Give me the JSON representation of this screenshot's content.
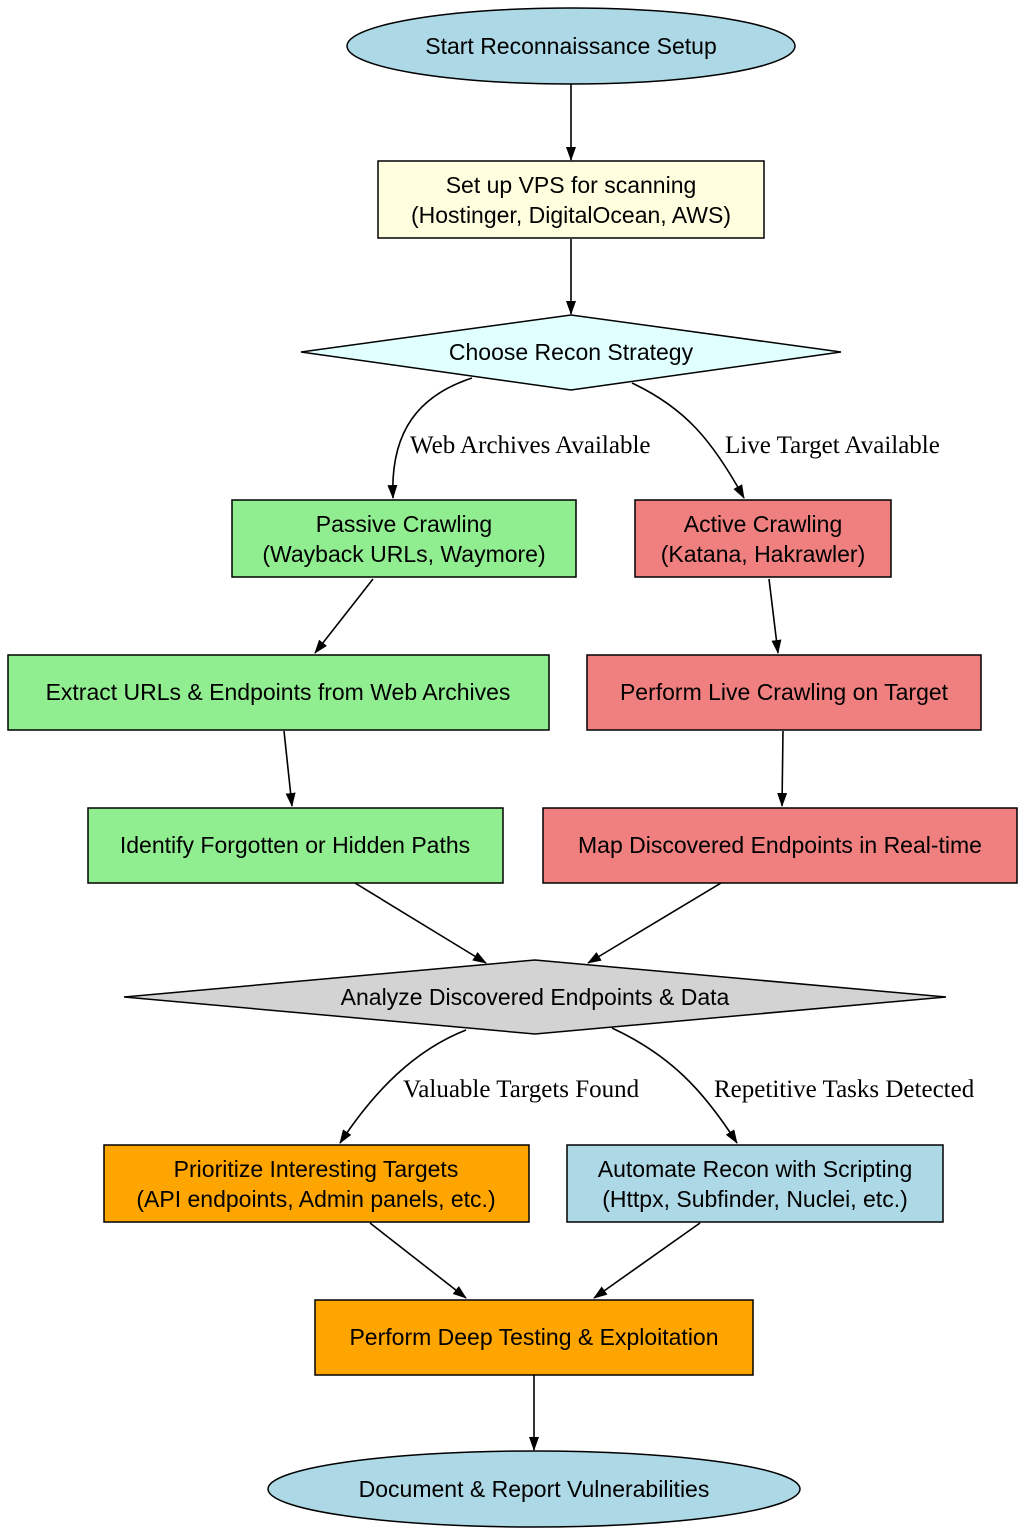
{
  "colors": {
    "terminal": "#add8e6",
    "setup": "#ffffe0",
    "decision_strategy": "#e0ffff",
    "passive": "#90ee90",
    "active": "#f08080",
    "decision_analyze": "#d3d3d3",
    "priority": "#ffa500",
    "automation": "#add8e6"
  },
  "nodes": {
    "start": {
      "text": "Start Reconnaissance Setup"
    },
    "vps": {
      "line1": "Set up VPS for scanning",
      "line2": "(Hostinger, DigitalOcean, AWS)"
    },
    "strategy": {
      "text": "Choose Recon Strategy"
    },
    "passive": {
      "line1": "Passive Crawling",
      "line2": "(Wayback URLs, Waymore)"
    },
    "active": {
      "line1": "Active Crawling",
      "line2": "(Katana, Hakrawler)"
    },
    "extract": {
      "text": "Extract URLs & Endpoints from Web Archives"
    },
    "live": {
      "text": "Perform Live Crawling on Target"
    },
    "hidden": {
      "text": "Identify Forgotten or Hidden Paths"
    },
    "map": {
      "text": "Map Discovered Endpoints in Real-time"
    },
    "analyze": {
      "text": "Analyze Discovered Endpoints & Data"
    },
    "prioritize": {
      "line1": "Prioritize Interesting Targets",
      "line2": "(API endpoints, Admin panels, etc.)"
    },
    "automate": {
      "line1": "Automate Recon with Scripting",
      "line2": "(Httpx, Subfinder, Nuclei, etc.)"
    },
    "deep": {
      "text": "Perform Deep Testing & Exploitation"
    },
    "report": {
      "text": "Document & Report Vulnerabilities"
    }
  },
  "edge_labels": {
    "web_archives": "Web Archives Available",
    "live_target": "Live Target Available",
    "valuable": "Valuable Targets Found",
    "repetitive": "Repetitive Tasks Detected"
  }
}
